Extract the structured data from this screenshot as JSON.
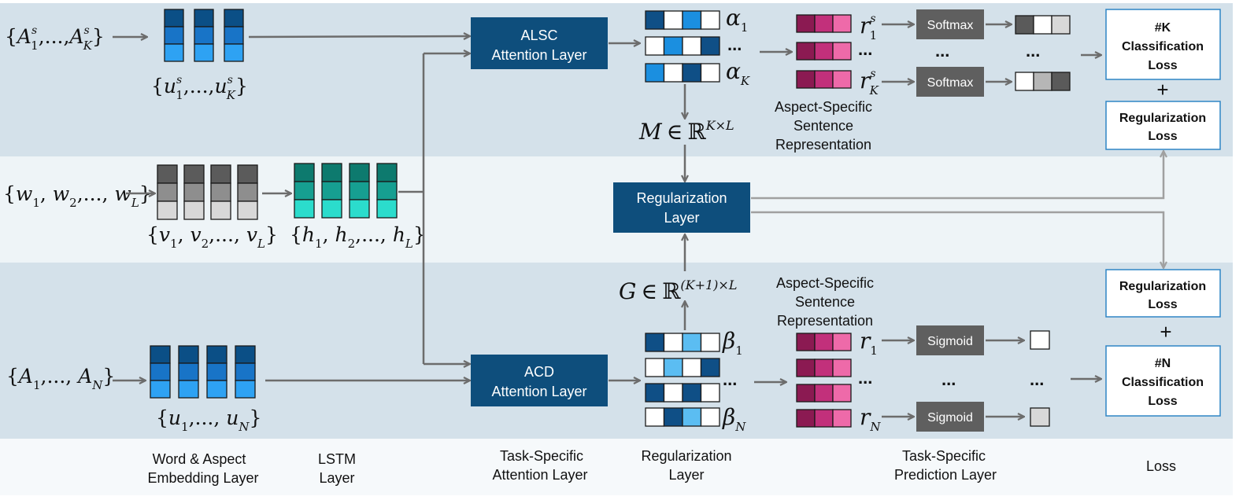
{
  "colors": {
    "band_dark": "#d4e1ea",
    "band_light": "#eef4f7",
    "footer": "#f6f9fb",
    "node_blue": "#0e4e7c",
    "node_gray": "#5f5f5f",
    "loss_border": "#2f86c5",
    "arrow": "#6c6c6c",
    "aspect_blues": [
      "#0b4f86",
      "#1874c7",
      "#2ea2f3"
    ],
    "word_grays": [
      "#5b5b5b",
      "#8e8e8e",
      "#d8d8d8"
    ],
    "lstm_teals": [
      "#0d7a6e",
      "#169f91",
      "#2bdccc"
    ],
    "attn": {
      "dark": "#0f4f86",
      "mid": "#1b8fe0",
      "light": "#5bbdf2"
    },
    "sent": [
      "#8b1a52",
      "#c2307b",
      "#ee6aa9"
    ],
    "prob": {
      "dark": "#5a5a5a",
      "mid": "#b6b6b6",
      "light": "#d8d8d8"
    }
  },
  "inputs": {
    "aspect_set": {
      "open": "{",
      "var": "A",
      "sup": "s",
      "first_sub": "1",
      "sep": ",...,",
      "last_sub": "K",
      "close": "}"
    },
    "word_set": {
      "text": "{w",
      "subs": [
        "1",
        "2",
        "L"
      ],
      "close": "}"
    },
    "category_set": {
      "var": "A",
      "first_sub": "1",
      "last_sub": "N"
    }
  },
  "embeddings": {
    "aspect_top": {
      "var": "u",
      "sup": "s",
      "first_sub": "1",
      "last_sub": "K"
    },
    "word": {
      "var": "v",
      "subs": [
        "1",
        "2",
        "L"
      ]
    },
    "lstm": {
      "var": "h",
      "subs": [
        "1",
        "2",
        "L"
      ]
    },
    "aspect_bottom": {
      "var": "u",
      "first_sub": "1",
      "last_sub": "N"
    }
  },
  "layers": {
    "alsc": [
      "ALSC",
      "Attention Layer"
    ],
    "acd": [
      "ACD",
      "Attention Layer"
    ],
    "regularization": [
      "Regularization",
      "Layer"
    ]
  },
  "attention": {
    "alpha": {
      "var": "α",
      "first_sub": "1",
      "last_sub": "K",
      "ellipsis": "..."
    },
    "beta": {
      "var": "β",
      "first_sub": "1",
      "last_sub": "N",
      "ellipsis": "..."
    }
  },
  "matrices": {
    "M": {
      "var": "M",
      "in": "∈",
      "set": "ℝ",
      "dim": "K×L"
    },
    "G": {
      "var": "G",
      "in": "∈",
      "set": "ℝ",
      "dim": "(K+1)×L"
    }
  },
  "representation": {
    "top_label": [
      "Aspect-Specific",
      "Sentence",
      "Representation"
    ],
    "bottom_label": [
      "Aspect-Specific",
      "Sentence",
      "Representation"
    ],
    "r_top": {
      "var": "r",
      "sup": "s",
      "first_sub": "1",
      "last_sub": "K"
    },
    "r_bottom": {
      "var": "r",
      "first_sub": "1",
      "last_sub": "N"
    },
    "ellipsis": "..."
  },
  "prediction": {
    "softmax": "Softmax",
    "sigmoid": "Sigmoid",
    "ellipsis": "..."
  },
  "loss": {
    "k_classification": [
      "#K",
      "Classification",
      "Loss"
    ],
    "regularization_top": [
      "Regularization",
      "Loss"
    ],
    "regularization_bottom": [
      "Regularization",
      "Loss"
    ],
    "n_classification": [
      "#N",
      "Classification",
      "Loss"
    ],
    "plus": "+"
  },
  "footer": {
    "embedding": [
      "Word & Aspect",
      "Embedding Layer"
    ],
    "lstm": [
      "LSTM",
      "Layer"
    ],
    "attention": [
      "Task-Specific",
      "Attention Layer"
    ],
    "regularization": [
      "Regularization",
      "Layer"
    ],
    "prediction": [
      "Task-Specific",
      "Prediction Layer"
    ],
    "loss": [
      "Loss"
    ]
  }
}
